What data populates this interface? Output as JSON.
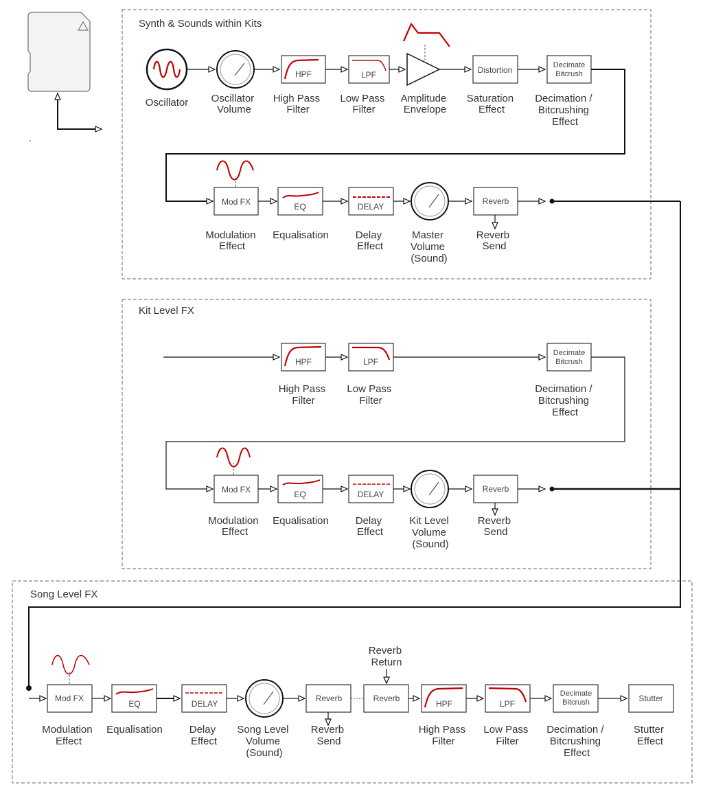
{
  "colors": {
    "accent": "#c00000",
    "line": "#111111",
    "box_border": "#333333",
    "section_border": "#999999"
  },
  "sections": {
    "synth": {
      "title": "Synth & Sounds within Kits"
    },
    "kit": {
      "title": "Kit Level FX"
    },
    "song": {
      "title": "Song Level FX"
    }
  },
  "boxes": {
    "hpf": "HPF",
    "lpf": "LPF",
    "distortion": "Distortion",
    "decimate_1": "Decimate",
    "decimate_2": "Bitcrush",
    "modfx": "Mod FX",
    "eq": "EQ",
    "delay": "DELAY",
    "reverb": "Reverb",
    "stutter": "Stutter"
  },
  "labels": {
    "oscillator": [
      "Oscillator"
    ],
    "osc_volume": [
      "Oscillator",
      "Volume"
    ],
    "hpf": [
      "High Pass",
      "Filter"
    ],
    "lpf": [
      "Low Pass",
      "Filter"
    ],
    "amp_env": [
      "Amplitude",
      "Envelope"
    ],
    "saturation": [
      "Saturation",
      "Effect"
    ],
    "decimation": [
      "Decimation /",
      "Bitcrushing",
      "Effect"
    ],
    "modulation": [
      "Modulation",
      "Effect"
    ],
    "equalisation": [
      "Equalisation"
    ],
    "delay": [
      "Delay",
      "Effect"
    ],
    "master_volume": [
      "Master",
      "Volume",
      "(Sound)"
    ],
    "reverb_send": [
      "Reverb",
      "Send"
    ],
    "kit_volume": [
      "Kit Level",
      "Volume",
      "(Sound)"
    ],
    "song_volume": [
      "Song Level",
      "Volume",
      "(Sound)"
    ],
    "reverb_return": [
      "Reverb",
      "Return"
    ],
    "stutter": [
      "Stutter",
      "Effect"
    ]
  },
  "icons": [
    "sd-card-icon",
    "sine-wave-icon",
    "knob-icon",
    "high-pass-curve-icon",
    "low-pass-curve-icon",
    "amplifier-triangle-icon",
    "envelope-shape-icon",
    "lfo-wave-icon",
    "eq-curve-icon",
    "delay-dashes-icon"
  ],
  "misc": {
    "dot": "."
  }
}
